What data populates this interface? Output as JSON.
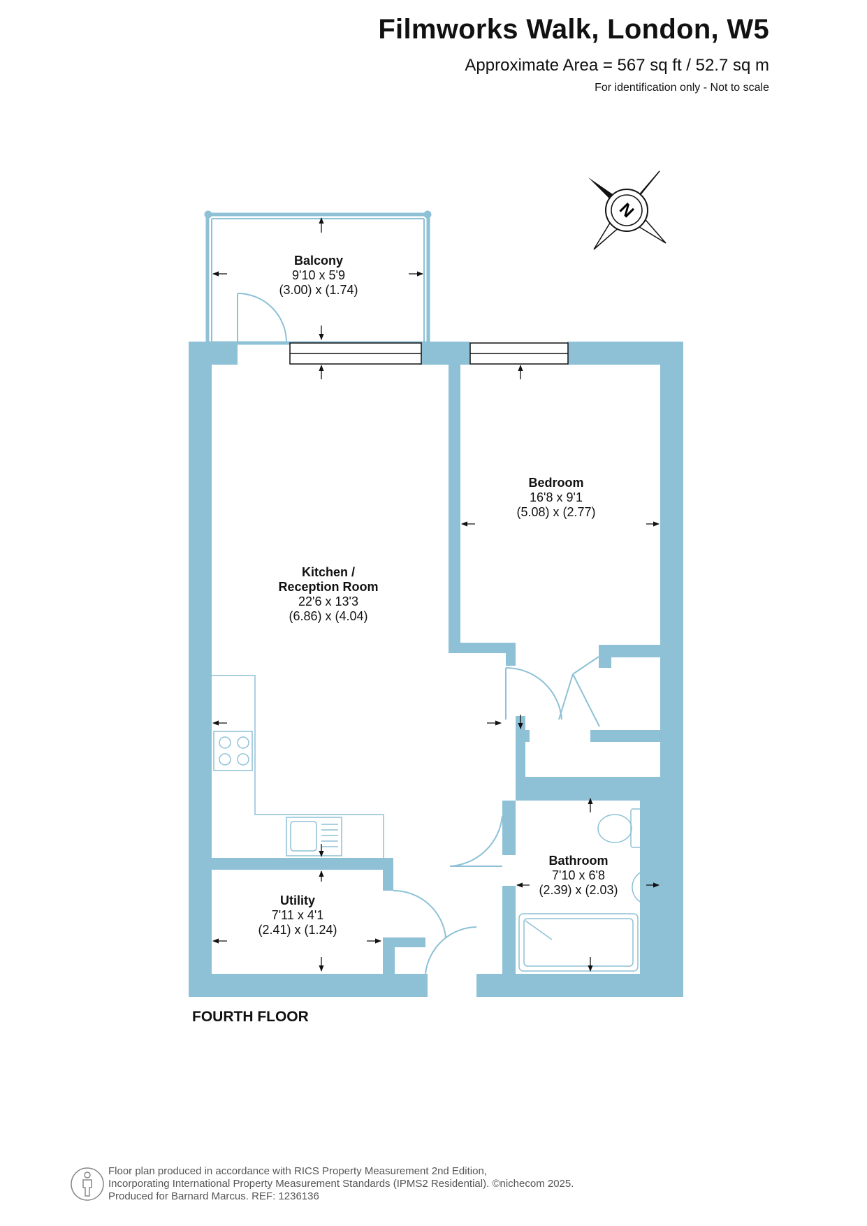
{
  "header": {
    "title": "Filmworks Walk, London, W5",
    "area": "Approximate Area = 567 sq ft / 52.7 sq m",
    "note": "For identification only - Not to scale"
  },
  "rooms": {
    "balcony": {
      "name": "Balcony",
      "imperial": "9'10 x 5'9",
      "metric": "(3.00) x (1.74)"
    },
    "bedroom": {
      "name": "Bedroom",
      "imperial": "16'8 x 9'1",
      "metric": "(5.08) x (2.77)"
    },
    "kitchen": {
      "name_line1": "Kitchen /",
      "name_line2": "Reception Room",
      "imperial": "22'6 x 13'3",
      "metric": "(6.86) x (4.04)"
    },
    "bathroom": {
      "name": "Bathroom",
      "imperial": "7'10 x 6'8",
      "metric": "(2.39) x (2.03)"
    },
    "utility": {
      "name": "Utility",
      "imperial": "7'11 x 4'1",
      "metric": "(2.41) x (1.24)"
    }
  },
  "floor_label": "FOURTH FLOOR",
  "compass": {
    "label": "N"
  },
  "footer": {
    "line1": "Floor plan produced in accordance with RICS Property Measurement 2nd Edition,",
    "line2": "Incorporating International Property Measurement Standards (IPMS2 Residential).   ©nichecom 2025.",
    "line3": "Produced for Barnard Marcus.   REF:  1236136"
  },
  "colors": {
    "wall": "#8ec1d6",
    "line": "#7ab4cc",
    "text": "#111111"
  }
}
